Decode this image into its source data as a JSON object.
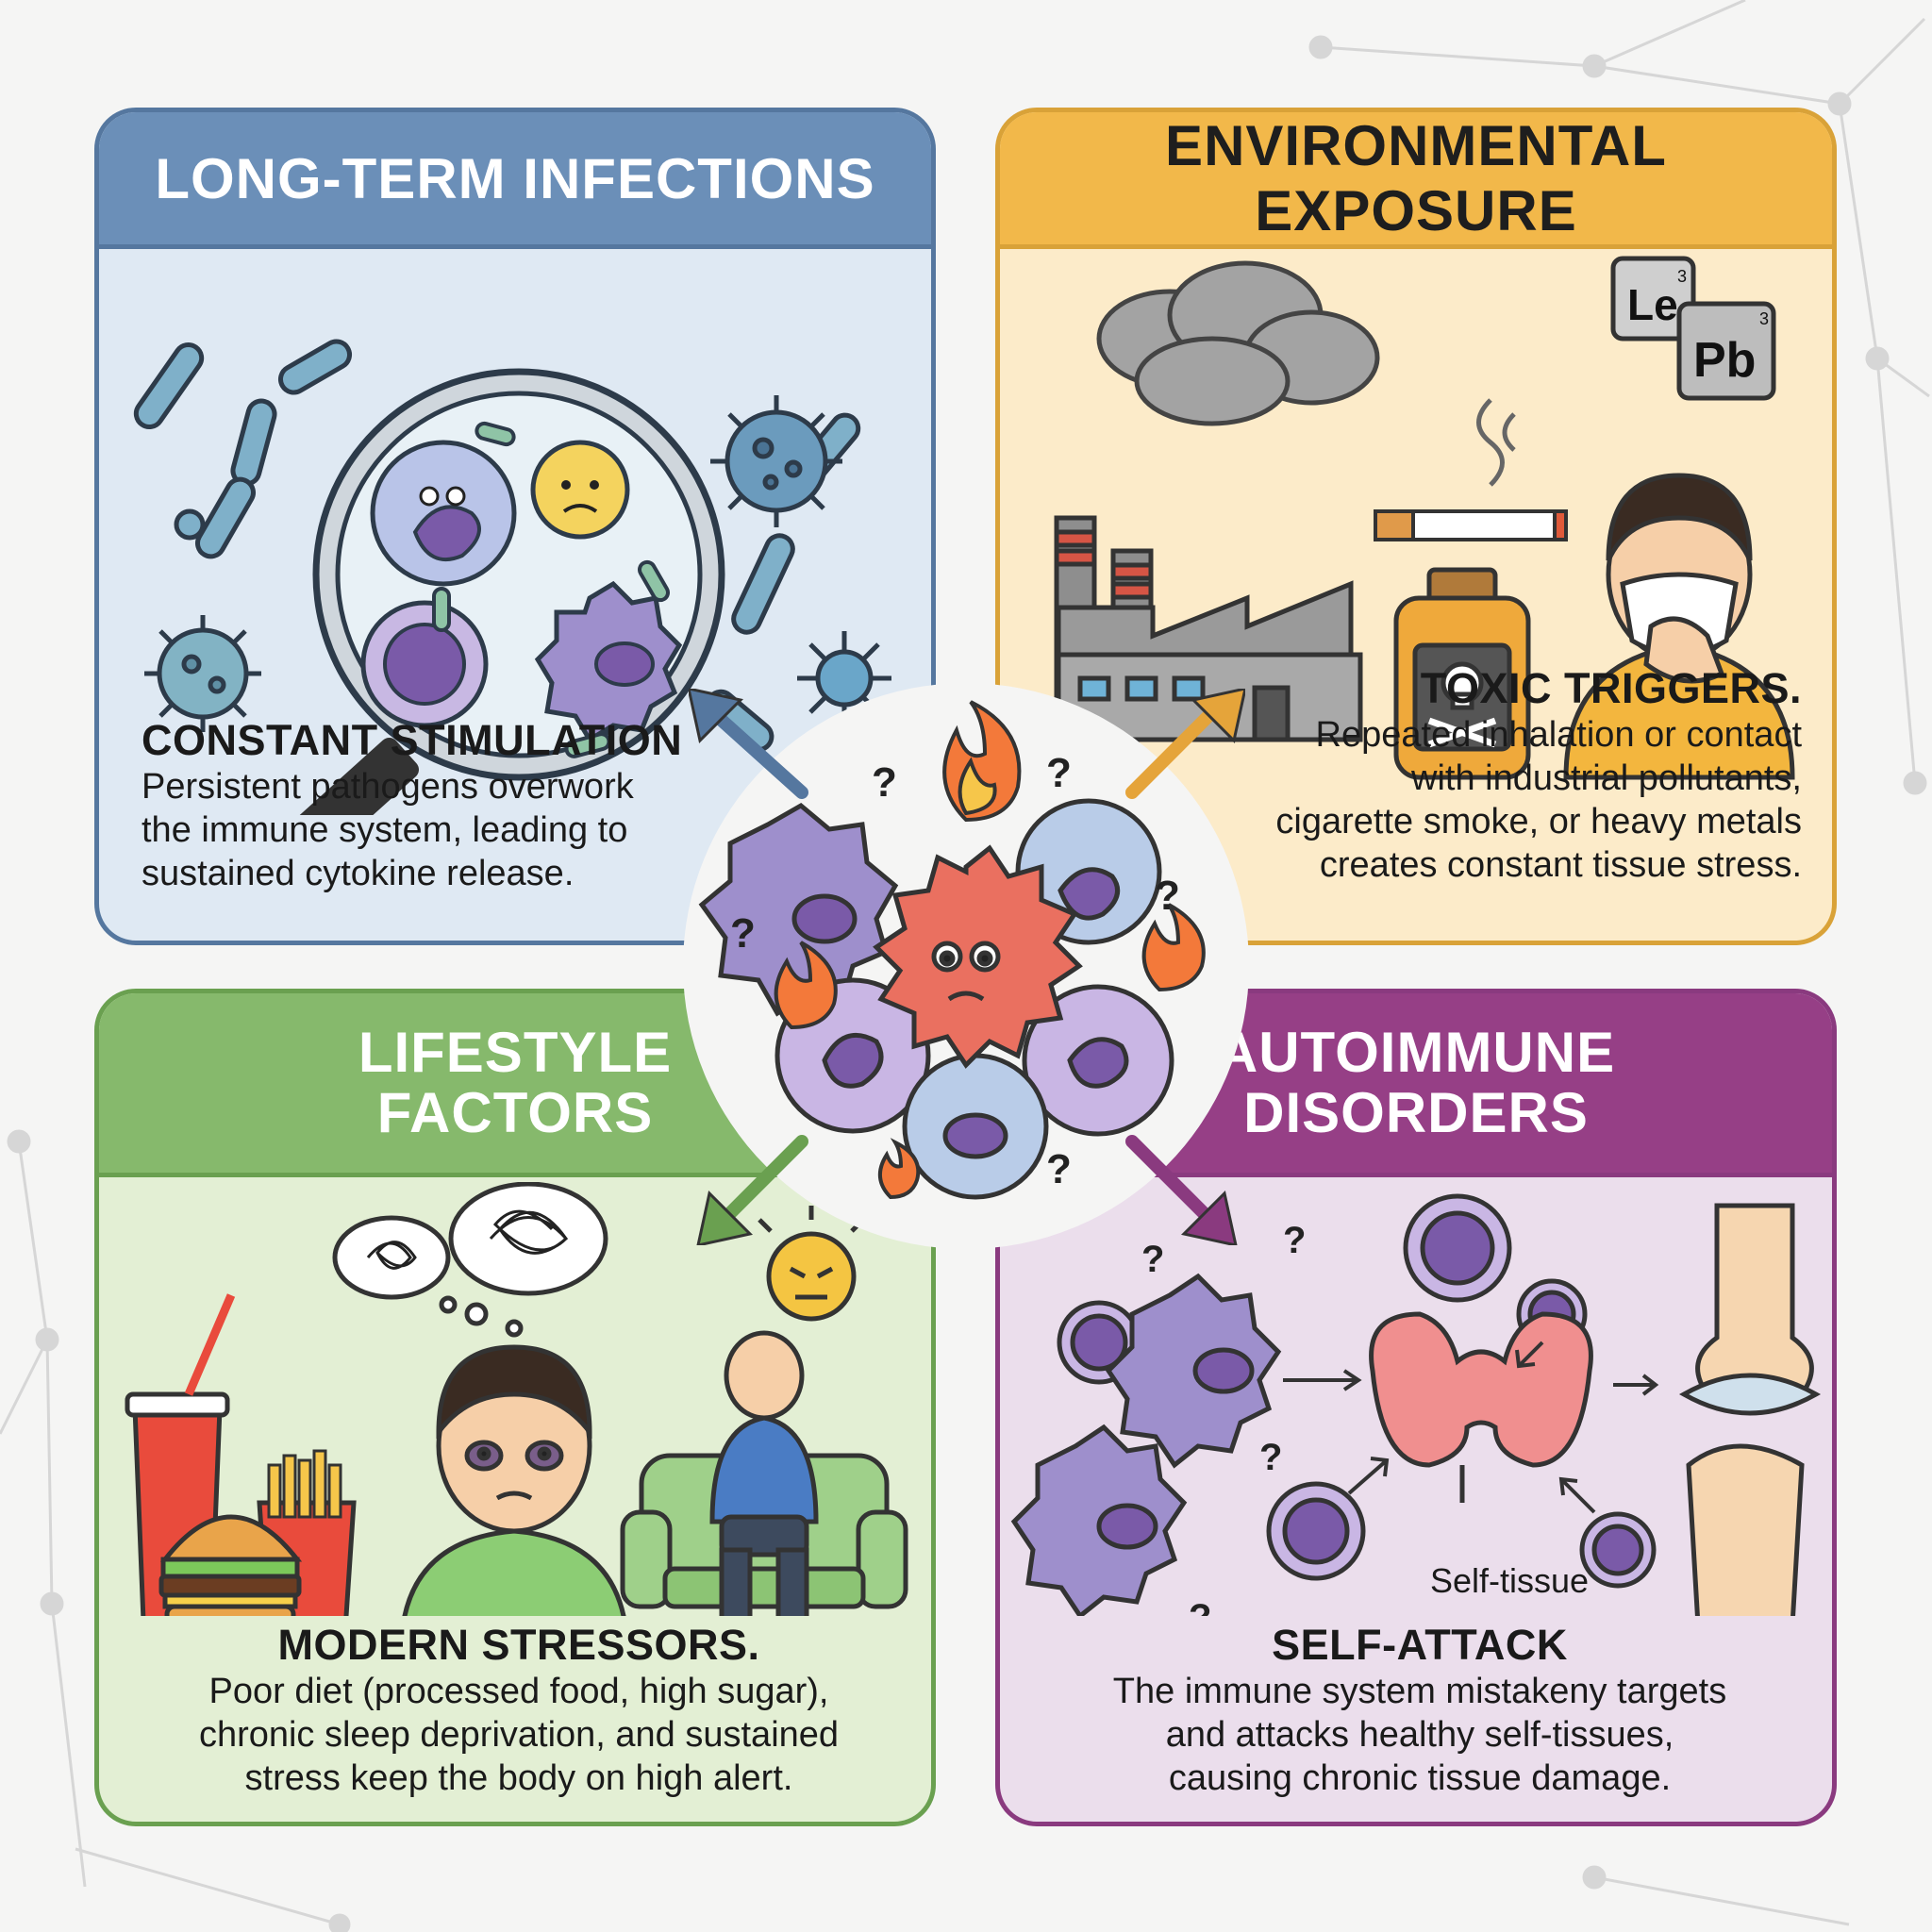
{
  "panels": {
    "infections": {
      "title": "LONG-TERM INFECTIONS",
      "subtitle": "CONSTANT STIMULATION",
      "body": [
        "Persistent pathogens overwork",
        "the immune system, leading to",
        "sustained cytokine release."
      ],
      "color": "#6b8fb8"
    },
    "environment": {
      "title": "ENVIRONMENTAL EXPOSURE",
      "subtitle": "TOXIC TRIGGERS.",
      "body": [
        "Repeated inhalation or contact",
        "with industrial pollutants,",
        "cigarette smoke, or heavy metals",
        "creates constant tissue stress."
      ],
      "element_tiles": [
        "Le",
        "Pb"
      ],
      "tile_superscripts": [
        "3",
        "3"
      ],
      "color": "#f2b84a"
    },
    "lifestyle": {
      "title": [
        "LIFESTYLE",
        "FACTORS"
      ],
      "subtitle": "MODERN STRESSORS.",
      "body": [
        "Poor diet (processed food, high sugar),",
        "chronic sleep deprivation, and sustained",
        "stress keep the body on high alert."
      ],
      "color": "#86b96c"
    },
    "autoimmune": {
      "title": [
        "AUTOIMMUNE",
        "DISORDERS"
      ],
      "subtitle": "SELF-ATTACK",
      "tissue_label": "Self-tissue",
      "body": [
        "The immune system mistakeny targets",
        "and attacks healthy self-tissues,",
        "causing chronic tissue damage."
      ],
      "color": "#963f86"
    }
  },
  "centre": {
    "question_marks": [
      "?",
      "?",
      "?",
      "?",
      "?"
    ]
  }
}
